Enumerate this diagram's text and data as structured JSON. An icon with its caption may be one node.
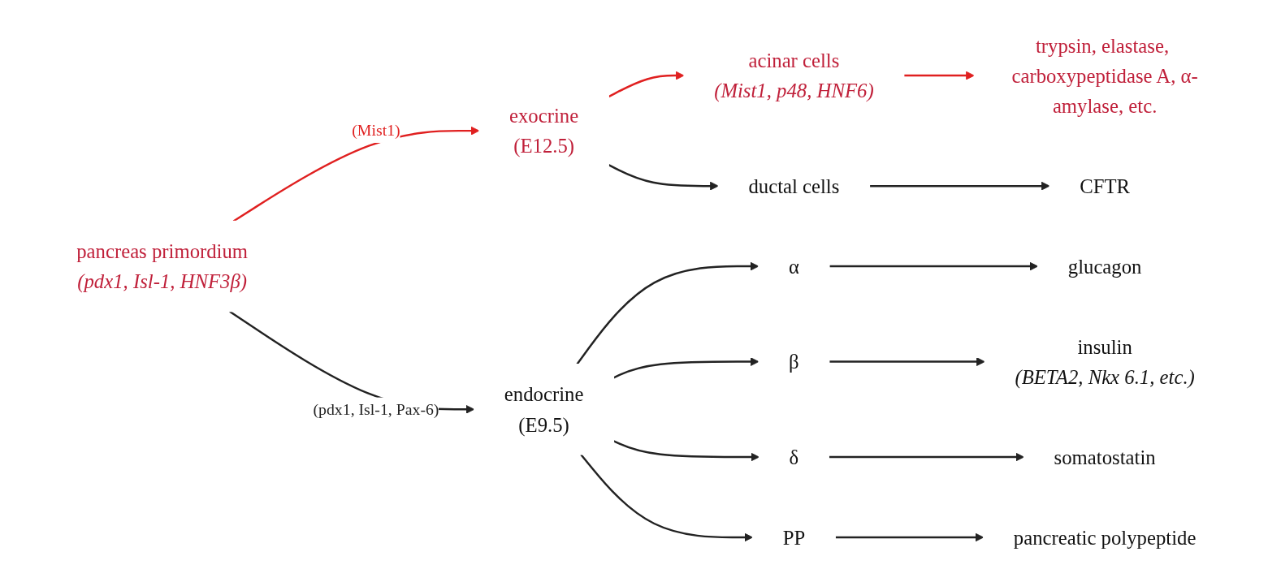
{
  "diagram": {
    "nodes": [
      {
        "text": [
          "pancreas primordium",
          "(pdx1, Isl-1, HNF3β)"
        ]
      },
      {
        "text": [
          "exocrine",
          "(E12.5)"
        ]
      },
      {
        "text": [
          "acinar cells",
          "(Mist1, p48, HNF6)"
        ]
      },
      {
        "text": [
          "trypsin, elastase, carboxypeptidase A, α-amylase, etc."
        ]
      },
      {
        "text": [
          "ductal cells"
        ]
      },
      {
        "text": [
          "CFTR"
        ]
      },
      {
        "text": [
          "endocrine",
          "(E9.5)"
        ]
      },
      {
        "text": [
          "α"
        ]
      },
      {
        "text": [
          "glucagon"
        ]
      },
      {
        "text": [
          "β"
        ]
      },
      {
        "text": [
          "insulin",
          "(BETA2, Nkx 6.1, etc.)"
        ]
      },
      {
        "text": [
          "δ"
        ]
      },
      {
        "text": [
          "somatostatin"
        ]
      },
      {
        "text": [
          "PP"
        ]
      },
      {
        "text": [
          "pancreatic polypeptide"
        ]
      }
    ],
    "edges": [
      {
        "from": 0,
        "to": 1,
        "arrow": "to",
        "label": "(Mist1)",
        "color": "#e02020"
      },
      {
        "from": 1,
        "to": 2,
        "arrow": "to",
        "color": "#e02020"
      },
      {
        "from": 2,
        "to": 3,
        "arrow": "to",
        "color": "#e02020"
      },
      {
        "from": 1,
        "to": 4,
        "arrow": "to"
      },
      {
        "from": 4,
        "to": 5,
        "arrow": "to"
      },
      {
        "from": 0,
        "to": 6,
        "arrow": "to",
        "label": "(pdx1, Isl-1, Pax-6)"
      },
      {
        "from": 6,
        "to": 7,
        "arrow": "to"
      },
      {
        "from": 7,
        "to": 8,
        "arrow": "to"
      },
      {
        "from": 6,
        "to": 9,
        "arrow": "to"
      },
      {
        "from": 9,
        "to": 10,
        "arrow": "to"
      },
      {
        "from": 6,
        "to": 11,
        "arrow": "to"
      },
      {
        "from": 11,
        "to": 12,
        "arrow": "to"
      },
      {
        "from": 6,
        "to": 13,
        "arrow": "to"
      },
      {
        "from": 13,
        "to": 14,
        "arrow": "to"
      }
    ]
  }
}
